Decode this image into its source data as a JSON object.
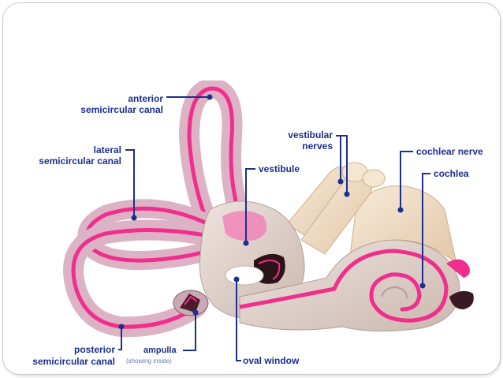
{
  "labels": {
    "anterior_line1": "anterior",
    "anterior_line2": "semicircular canal",
    "lateral_line1": "lateral",
    "lateral_line2": "semicircular canal",
    "vestibular_line1": "vestibular",
    "vestibular_line2": "nerves",
    "cochlear_nerve": "cochlear nerve",
    "vestibule": "vestibule",
    "cochlea": "cochlea",
    "posterior_line1": "posterior",
    "posterior_line2": "semicircular canal",
    "ampulla_line1": "ampulla",
    "ampulla_line2": "(showing inside)",
    "oval_window": "oval window"
  },
  "colors": {
    "label_text": "#1b2f8f",
    "canal_tube": "#e6b3c8",
    "canal_stripe": "#f02e8c",
    "bone": "#dccdc6",
    "nerve": "#efdcc2"
  }
}
